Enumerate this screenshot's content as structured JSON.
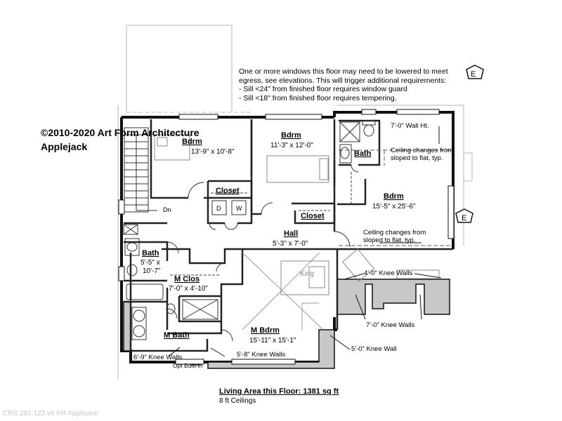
{
  "brand": {
    "copyright": "©2010-2020 Art Form Architecture",
    "plan_name": "Applejack"
  },
  "notes": {
    "egress": [
      "One or more windows this floor may need to be lowered to meet",
      "egress, see elevations.  This will trigger additional requirements:",
      "- Sill <24\" from finished floor requires window guard",
      "- Sill <18\" from finished floor requires tempering."
    ],
    "elevation_marker": "E"
  },
  "rooms": {
    "bdrm1": {
      "name": "Bdrm",
      "dims": "13'-9\" x 10'-8\""
    },
    "bdrm2": {
      "name": "Bdrm",
      "dims": "11'-3\" x 12'-0\""
    },
    "bdrm3": {
      "name": "Bdrm",
      "dims": "15'-5\" x 25'-6\""
    },
    "bath_upper": {
      "name": "Bath"
    },
    "closet1": {
      "name": "Closet"
    },
    "closet2": {
      "name": "Closet"
    },
    "hall": {
      "name": "Hall",
      "dims": "5'-3\" x 7'-0\""
    },
    "bath_left": {
      "name": "Bath",
      "dims1": "5'-5\" x",
      "dims2": "10'-7\""
    },
    "m_clos": {
      "name": "M Clos",
      "dims": "7'-0\" x 4'-10\""
    },
    "m_bath": {
      "name": "M Bath"
    },
    "m_bdrm": {
      "name": "M Bdrm",
      "dims": "15'-11\" x 15'-1\""
    }
  },
  "annotations": {
    "wall_ht": "7'-0\" Wall Ht.",
    "ceiling_change_1a": "Ceiling changes from",
    "ceiling_change_1b": "sloped to flat, typ.",
    "ceiling_change_2a": "Ceiling changes from",
    "ceiling_change_2b": "sloped to flat, typ.",
    "knee_4_0": "4'-0\" Knee Walls",
    "knee_7_0": "7'-0\" Knee Walls",
    "wall_5_0": "5'-0\" Knee Wall",
    "knee_5_8": "5'-8\" Knee Walls",
    "knee_6_9": "6'-9\" Knee Walls",
    "opt_builtin": "Opt Built-In",
    "king": "King",
    "dn": "Dn",
    "washer": "W",
    "dryer": "D"
  },
  "summary": {
    "living_area": "Living Area this Floor: 1381 sq ft",
    "ceilings": "8 ft Ceilings"
  },
  "footer": "CRS 261.122.v6 KR Applejack"
}
